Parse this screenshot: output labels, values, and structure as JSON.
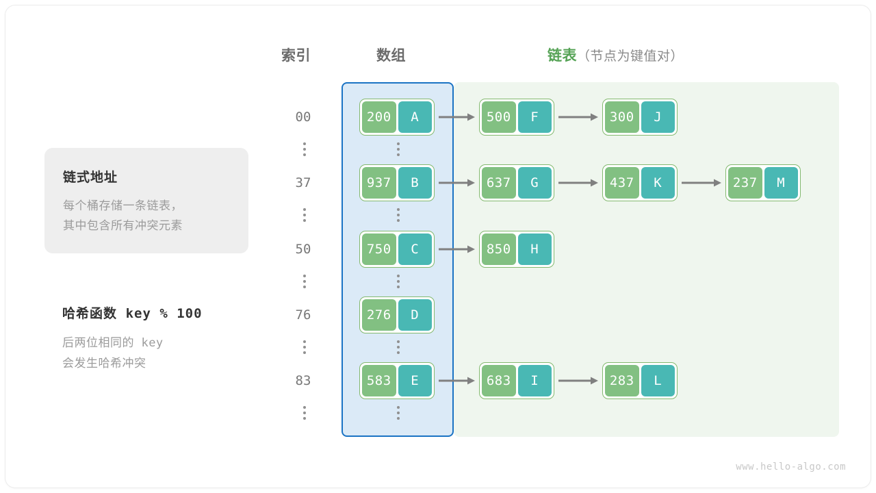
{
  "headers": {
    "index": "索引",
    "array": "数组",
    "list_main": "链表",
    "list_sub": "（节点为键值对）",
    "list_color": "#56a356"
  },
  "info_card": {
    "title": "链式地址",
    "line1": "每个桶存储一条链表，",
    "line2": "其中包含所有冲突元素"
  },
  "hash_note": {
    "title_cn": "哈希函数",
    "title_code": "key % 100",
    "line1_cn": "后两位相同的",
    "line1_code": "key",
    "line2": "会发生哈希冲突"
  },
  "colors": {
    "key_fill": "#82c082",
    "value_fill": "#49b8b4",
    "node_border": "#83b96f",
    "array_bg": "#dbeaf7",
    "array_border": "#1a73c4",
    "list_bg": "#eff6ee",
    "arrow": "#808080",
    "card_bg": "#eeeeee"
  },
  "rows": [
    {
      "index": "00",
      "bucket": {
        "key": "200",
        "value": "A"
      },
      "chain": [
        {
          "key": "500",
          "value": "F"
        },
        {
          "key": "300",
          "value": "J"
        }
      ]
    },
    {
      "index": "37",
      "bucket": {
        "key": "937",
        "value": "B"
      },
      "chain": [
        {
          "key": "637",
          "value": "G"
        },
        {
          "key": "437",
          "value": "K"
        },
        {
          "key": "237",
          "value": "M"
        }
      ]
    },
    {
      "index": "50",
      "bucket": {
        "key": "750",
        "value": "C"
      },
      "chain": [
        {
          "key": "850",
          "value": "H"
        }
      ]
    },
    {
      "index": "76",
      "bucket": {
        "key": "276",
        "value": "D"
      },
      "chain": []
    },
    {
      "index": "83",
      "bucket": {
        "key": "583",
        "value": "E"
      },
      "chain": [
        {
          "key": "683",
          "value": "I"
        },
        {
          "key": "283",
          "value": "L"
        }
      ]
    }
  ],
  "ellipsis_rows": 5,
  "watermark": "www.hello-algo.com"
}
